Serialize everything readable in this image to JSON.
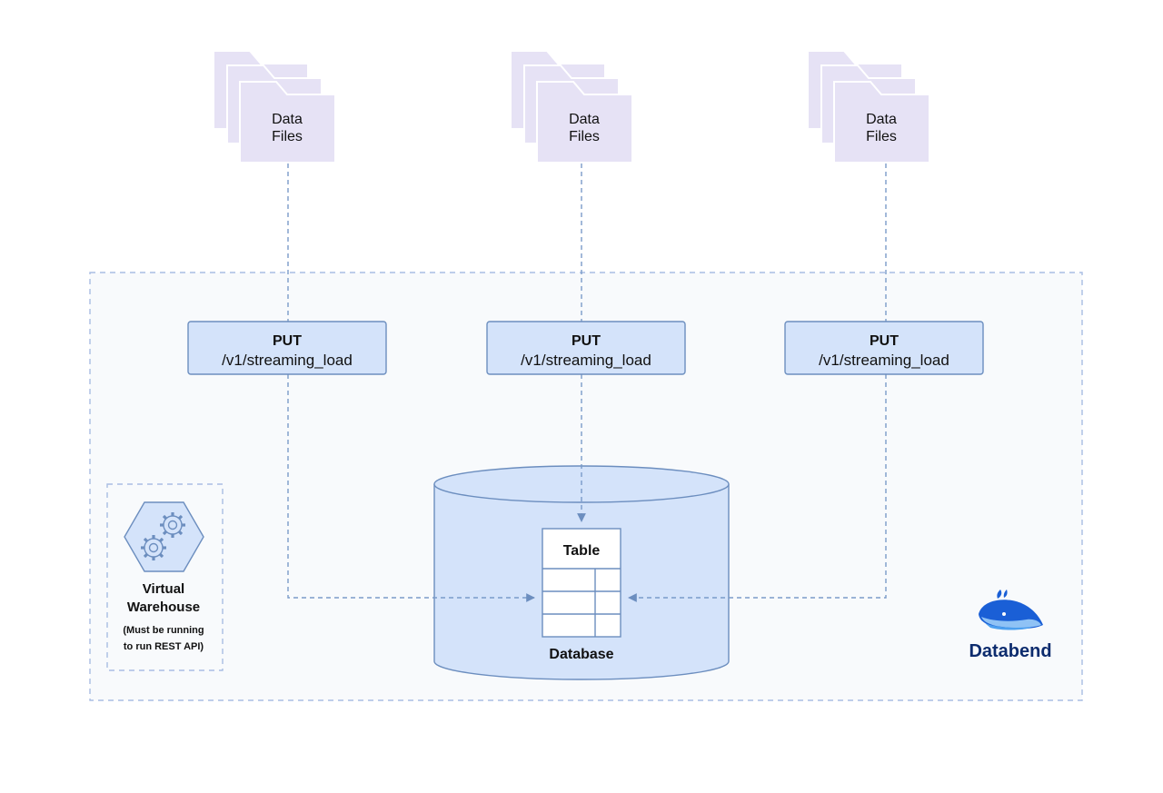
{
  "folders": [
    {
      "line1": "Data",
      "line2": "Files"
    },
    {
      "line1": "Data",
      "line2": "Files"
    },
    {
      "line1": "Data",
      "line2": "Files"
    }
  ],
  "endpoints": [
    {
      "method": "PUT",
      "path": "/v1/streaming_load"
    },
    {
      "method": "PUT",
      "path": "/v1/streaming_load"
    },
    {
      "method": "PUT",
      "path": "/v1/streaming_load"
    }
  ],
  "database": {
    "label": "Database",
    "table_label": "Table"
  },
  "warehouse": {
    "title_line1": "Virtual",
    "title_line2": "Warehouse",
    "note_line1": "(Must be running",
    "note_line2": "to run REST API)"
  },
  "brand": {
    "name": "Databend"
  },
  "colors": {
    "folder_fill": "#e6e2f5",
    "box_fill": "#d4e3fa",
    "box_stroke": "#6c8ebf",
    "dash_stroke": "#7a9bc9",
    "container_fill": "#f8fafc",
    "container_stroke": "#a9bde3",
    "text": "#111111",
    "brand": "#0d2c6e"
  },
  "icons": [
    "folder-stack-icon",
    "gears-hexagon-icon",
    "databend-whale-icon",
    "arrow-head-icon"
  ]
}
